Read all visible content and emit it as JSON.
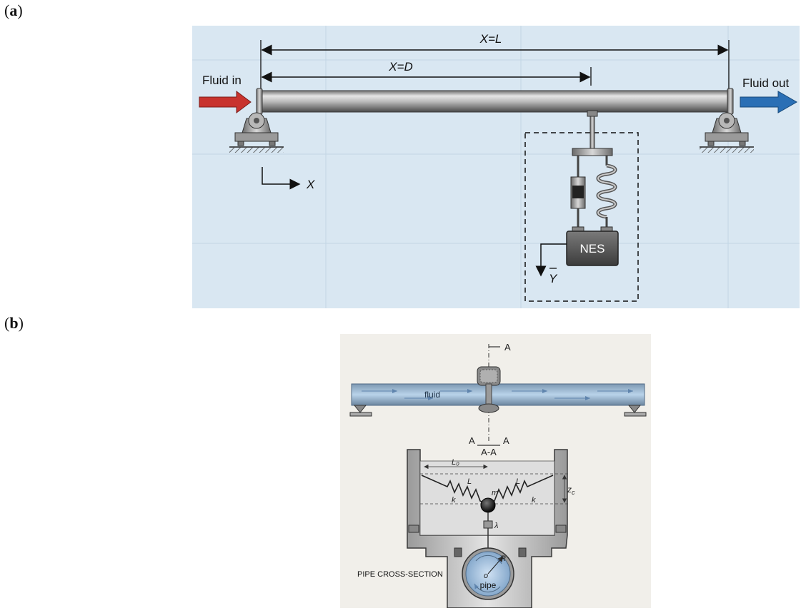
{
  "panel_a": {
    "label_open": "(",
    "label_letter": "a",
    "label_close": ")",
    "dim_L": "X=L",
    "dim_D": "X=D",
    "fluid_in": "Fluid in",
    "fluid_out": "Fluid out",
    "axis_x": "X",
    "axis_y": "Y",
    "nes_box": "NES",
    "colors": {
      "background": "#d9e7f2",
      "inlet_arrow": "#c8332e",
      "outlet_arrow": "#2a6fb5"
    }
  },
  "panel_b": {
    "label_open": "(",
    "label_letter": "b",
    "label_close": ")",
    "section_top": "A",
    "section_left": "A",
    "section_right": "A",
    "section_title": "A-A",
    "fluid_label": "fluid",
    "L0": "L₀",
    "L_left": "L",
    "L_right": "L",
    "k_left": "k",
    "k_right": "k",
    "mass": "m",
    "zc": "z",
    "zc_sub": "c",
    "damper": "λ",
    "radius": "R",
    "origin": "o",
    "pipe": "pipe",
    "cross_section": "PIPE CROSS-SECTION",
    "colors": {
      "background": "#f1efea",
      "fluid": "#a9c8e6"
    }
  }
}
